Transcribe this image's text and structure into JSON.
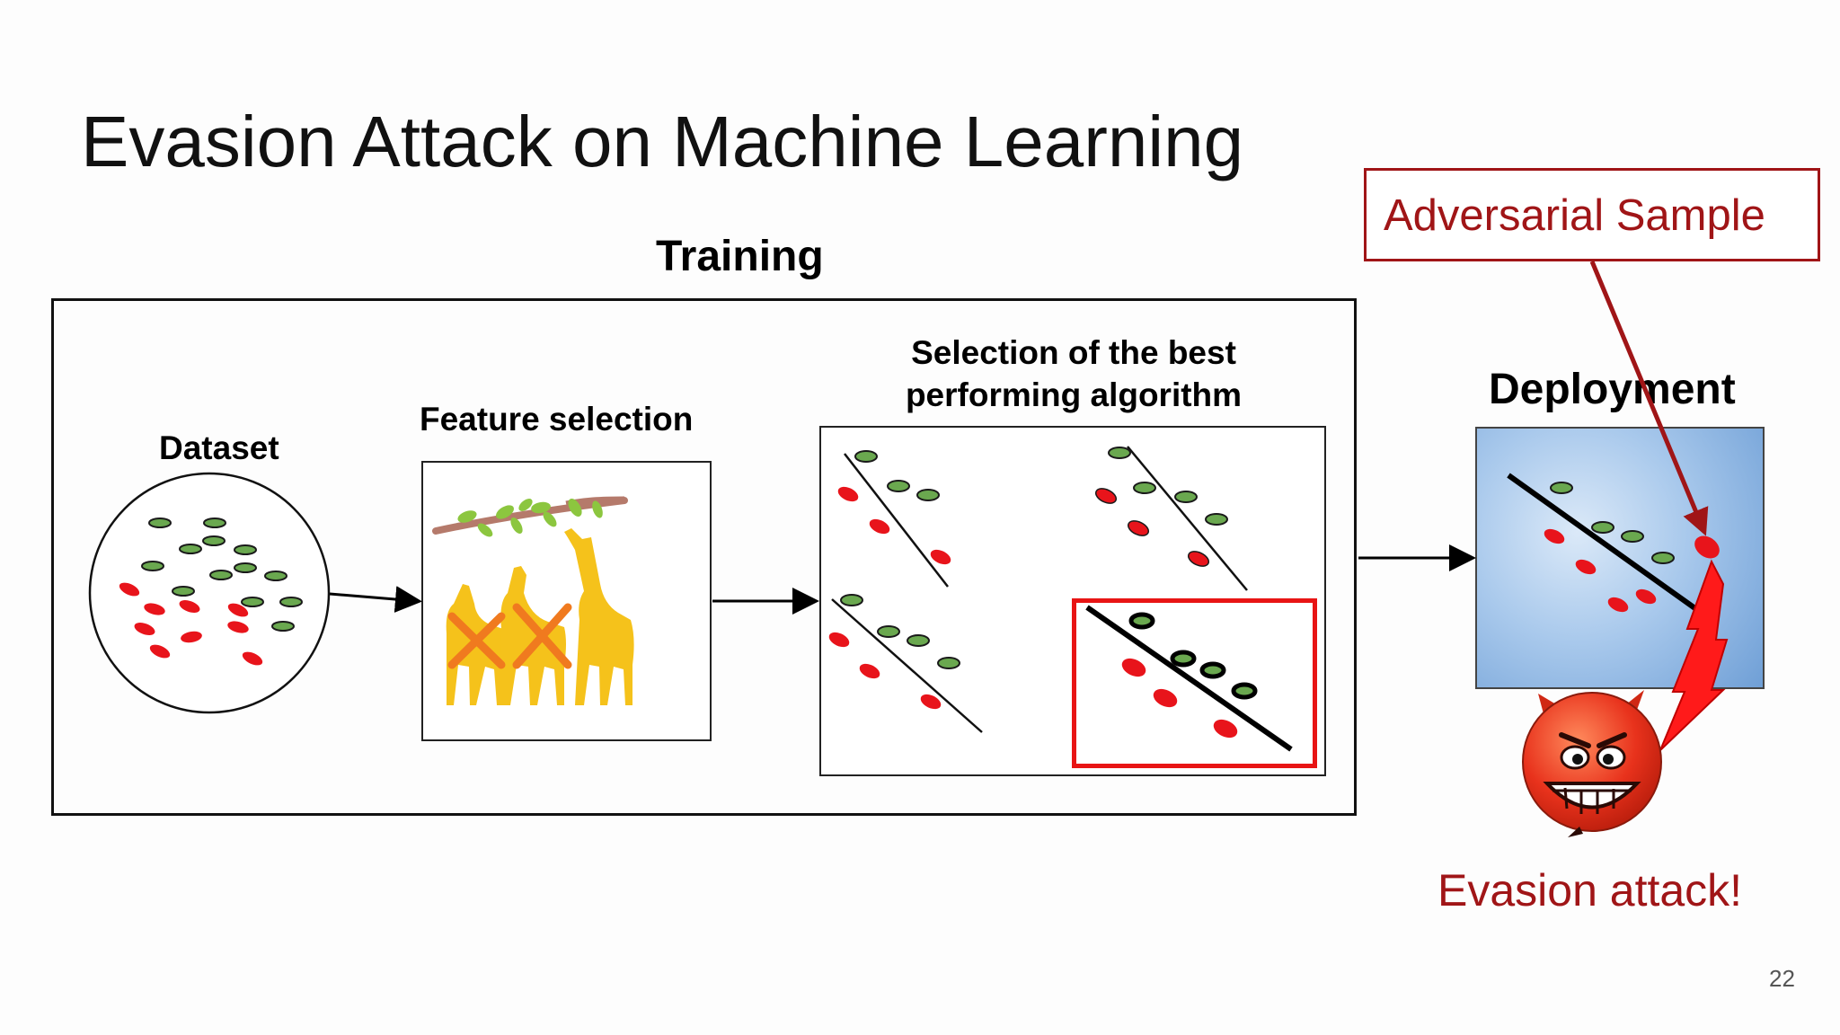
{
  "slide": {
    "title": "Evasion Attack on Machine Learning",
    "page_number": "22"
  },
  "diagram": {
    "training_label": "Training",
    "dataset_label": "Dataset",
    "feature_selection_label": "Feature selection",
    "selection_label": "Selection of the best performing algorithm",
    "deployment_label": "Deployment",
    "adversarial_sample_label": "Adversarial Sample",
    "evasion_attack_label": "Evasion attack!"
  },
  "colors": {
    "green_point": "#6aa84f",
    "red_point": "#e8141b",
    "accent_dark_red": "#a01517",
    "highlight_red": "#e81414",
    "giraffe": "#f5c21b",
    "cross": "#f07a1f",
    "devil": "#e8321c"
  },
  "icons": [
    "giraffe-icon",
    "cross-mark-icon",
    "devil-face-icon",
    "lightning-bolt-icon"
  ]
}
